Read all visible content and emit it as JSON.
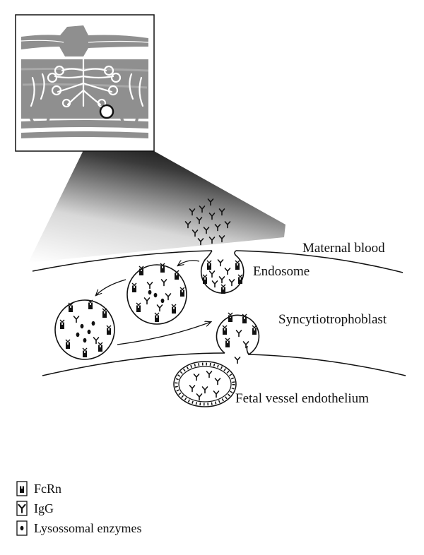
{
  "labels": {
    "maternal_blood": "Maternal blood",
    "endosome": "Endosome",
    "syncytiotrophoblast": "Syncytiotrophoblast",
    "fetal_vessel": "Fetal vessel endothelium"
  },
  "legend": {
    "fcrn": "FcRn",
    "igg": "IgG",
    "lysosomal": "Lysossomal enzymes"
  },
  "colors": {
    "placenta_gray": "#8f8f8f",
    "line": "#111111",
    "background": "#ffffff"
  }
}
